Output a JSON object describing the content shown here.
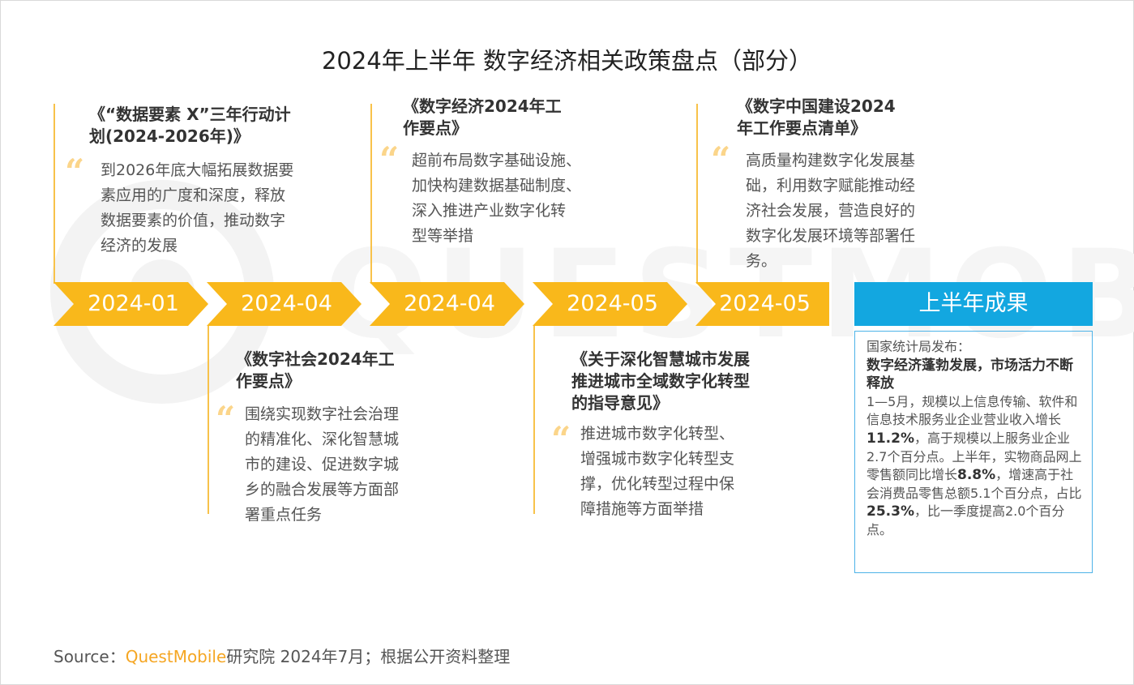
{
  "title": "2024年上半年 数字经济相关政策盘点（部分）",
  "watermark_text": "QUESTMOBILE",
  "policies": [
    {
      "title_lines": [
        "《“数据要素 X”三年行动计",
        "划(2024-2026年)》"
      ],
      "body_lines": [
        "到2026年底大幅拓展数据要",
        "素应用的广度和深度，释放",
        "数据要素的价值，推动数字",
        "经济的发展"
      ]
    },
    {
      "title_lines": [
        "《数字社会2024年工",
        "作要点》"
      ],
      "body_lines": [
        "围绕实现数字社会治理",
        "的精准化、深化智慧城",
        "市的建设、促进数字城",
        "乡的融合发展等方面部",
        "署重点任务"
      ]
    },
    {
      "title_lines": [
        "《数字经济2024年工",
        "作要点》"
      ],
      "body_lines": [
        "超前布局数字基础设施、",
        "加快构建数据基础制度、",
        "深入推进产业数字化转",
        "型等举措"
      ]
    },
    {
      "title_lines": [
        "《关于深化智慧城市发展",
        "推进城市全域数字化转型",
        "的指导意见》"
      ],
      "body_lines": [
        "推进城市数字化转型、",
        "增强城市数字化转型支",
        "撑，优化转型过程中保",
        "障措施等方面举措"
      ]
    },
    {
      "title_lines": [
        "《数字中国建设2024",
        "年工作要点清单》"
      ],
      "body_lines": [
        "高质量构建数字化发展基",
        "础，利用数字赋能推动经",
        "济社会发展，营造良好的",
        "数字化发展环境等部署任",
        "务。"
      ]
    }
  ],
  "quote_mark": "“",
  "timeline": [
    "2024-01",
    "2024-04",
    "2024-04",
    "2024-05",
    "2024-05"
  ],
  "result": {
    "header": "上半年成果",
    "source_line": "国家统计局发布：",
    "headline": "数字经济蓬勃发展，市场活力不断释放",
    "p1": "1—5月，规模以上信息传输、软件和信息技术服务业企业营业收入增长",
    "v1": "11.2%",
    "p2": "，高于规模以上服务业企业2.7个百分点。上半年，实物商品网上零售额同比增长",
    "v2": "8.8%",
    "p3": "，增速高于社会消费品零售总额5.1个百分点，占比",
    "v3": "25.3%",
    "p4": "，比一季度提高2.0个百分点。"
  },
  "source": {
    "prefix": "Source：",
    "brand": "QuestMobile",
    "rest": "研究院 2024年7月；根据公开资料整理"
  },
  "colors": {
    "accent": "#f9b81b",
    "accent_light": "#fbd58a",
    "result_blue": "#13a7e0"
  }
}
